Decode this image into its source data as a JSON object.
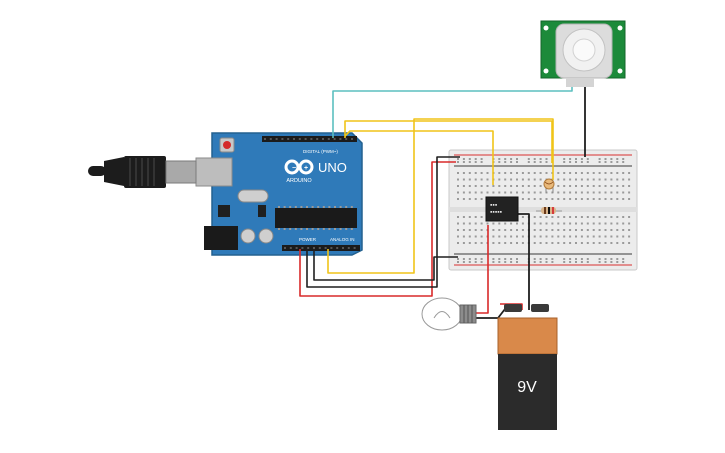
{
  "canvas": {
    "background": "#ffffff"
  },
  "arduino": {
    "brand": "ARDUINO",
    "model": "UNO",
    "digital_label": "DIGITAL (PWM~)",
    "power_label": "POWER",
    "analog_label": "ANALOG IN",
    "board_color": "#2f7ab9",
    "logo": "arduino-infinity-logo"
  },
  "usb_cable": {
    "icon": "usb-b-plug"
  },
  "pir_sensor": {
    "board_color": "#1c8a3a",
    "icon": "pir-dome-lens"
  },
  "breadboard": {
    "color": "#ececec",
    "rail_positive_color": "#d93030",
    "rail_negative_color": "#3a3a3a"
  },
  "relay": {
    "body_color": "#222222"
  },
  "resistor": {
    "icon": "resistor"
  },
  "photoresistor": {
    "icon": "ldr-sensor"
  },
  "light_bulb": {
    "icon": "incandescent-bulb"
  },
  "battery": {
    "label": "9V",
    "top_color": "#d9894a",
    "body_color": "#2b2b2b"
  },
  "wire_colors": {
    "teal": "#5bbfbf",
    "yellow": "#f0c419",
    "red": "#d92a2a",
    "black": "#1f1f1f"
  }
}
